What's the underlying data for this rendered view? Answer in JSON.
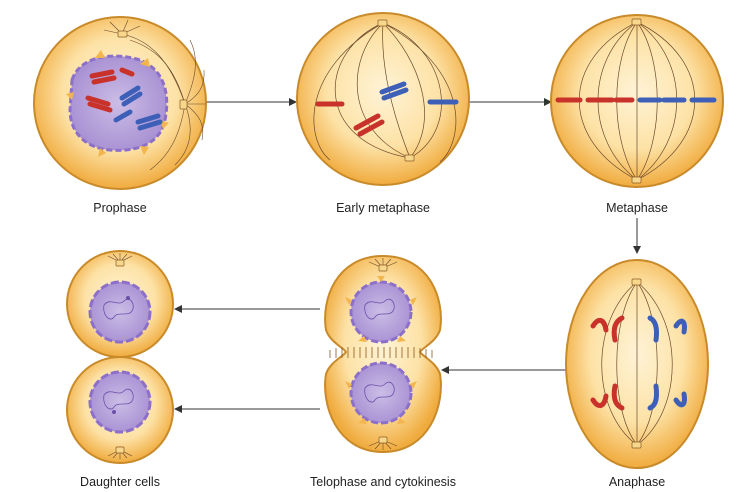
{
  "colors": {
    "cell_fill_outer": "#f2b34a",
    "cell_fill_inner": "#fde7b8",
    "cell_stroke": "#c98a2a",
    "nucleus_fill": "#b9a6d6",
    "nucleus_stroke": "#8c6fc9",
    "chromosome_red": "#c8322a",
    "chromosome_blue": "#3e5fb7",
    "spindle": "#6a4a2a",
    "arrow": "#333333"
  },
  "stages": {
    "prophase": "Prophase",
    "early_metaphase": "Early metaphase",
    "metaphase": "Metaphase",
    "anaphase": "Anaphase",
    "telophase": "Telophase and cytokinesis",
    "daughter": "Daughter cells"
  },
  "icons": [
    "centrosome-icon",
    "chromosome-icon",
    "arrow-icon"
  ]
}
